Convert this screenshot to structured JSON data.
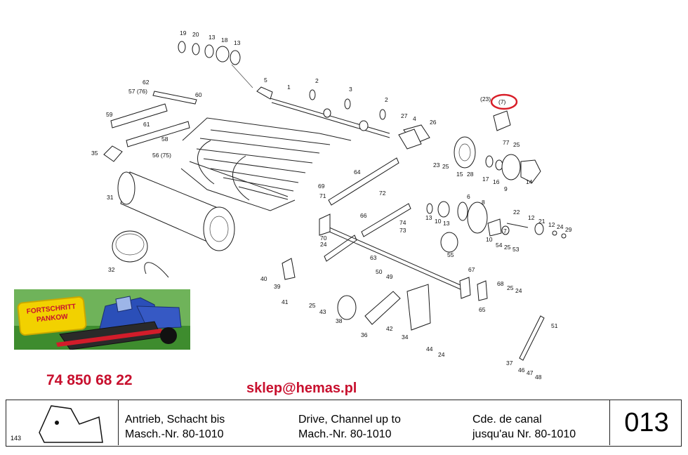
{
  "contact": {
    "phone": "74 850 68 22",
    "email": "sklep@hemas.pl"
  },
  "logo": {
    "brand_line1": "FORTSCHRITT",
    "brand_line2": "PANKOW"
  },
  "footer": {
    "figure_no": "143",
    "de_line1": "Antrieb, Schacht bis",
    "de_line2": "Masch.-Nr. 80-1010",
    "en_line1": "Drive, Channel up to",
    "en_line2": "Mach.-Nr. 80-1010",
    "fr_line1": "Cde. de canal",
    "fr_line2": "jusqu'au Nr. 80-1010",
    "page": "013"
  },
  "callouts": [
    "19",
    "20",
    "13",
    "18",
    "13",
    "5",
    "1",
    "2",
    "3",
    "2",
    "62",
    "57 (76)",
    "60",
    "59",
    "61",
    "58",
    "35",
    "56 (75)",
    "31",
    "32",
    "27",
    "4",
    "26",
    "(23)",
    "(7)",
    "77",
    "25",
    "23",
    "25",
    "15",
    "28",
    "17",
    "16",
    "9",
    "14",
    "64",
    "69",
    "71",
    "72",
    "74",
    "73",
    "66",
    "70",
    "24",
    "63",
    "6",
    "8",
    "13",
    "10",
    "13",
    "22",
    "12",
    "21",
    "12",
    "24",
    "29",
    "7",
    "10",
    "54",
    "25",
    "53",
    "55",
    "67",
    "68",
    "25",
    "24",
    "65",
    "40",
    "39",
    "41",
    "25",
    "43",
    "50",
    "49",
    "38",
    "36",
    "42",
    "34",
    "44",
    "24",
    "51",
    "37",
    "46",
    "47",
    "48"
  ],
  "highlight_color": "#d81e28"
}
